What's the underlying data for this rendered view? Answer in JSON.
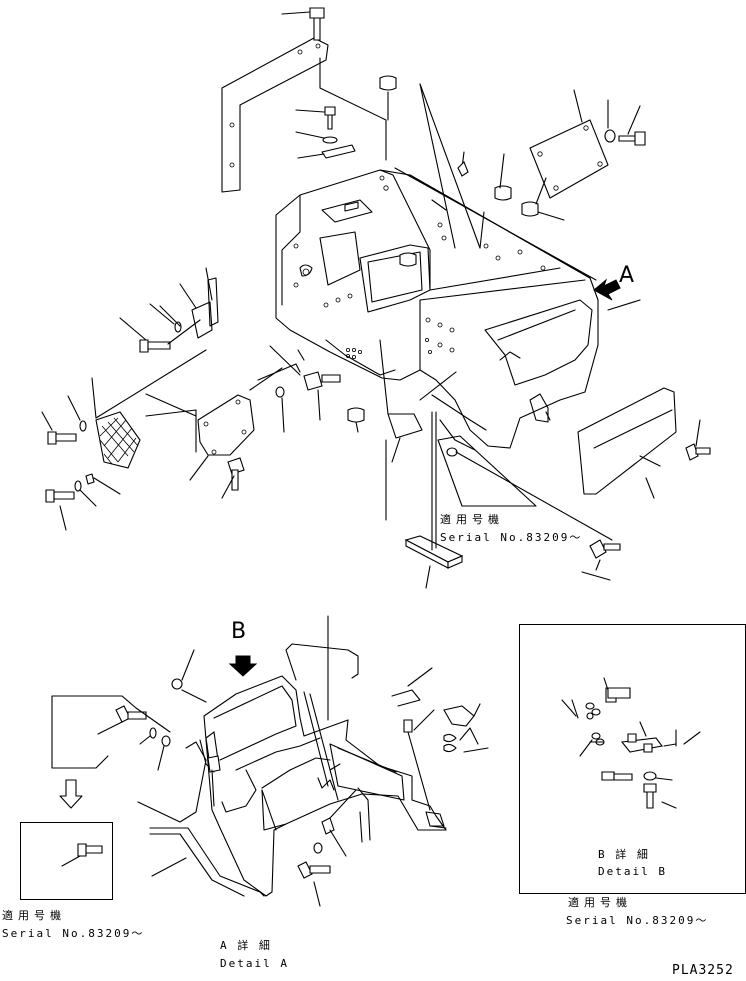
{
  "labels": {
    "view_a_letter": "A",
    "view_b_letter": "B",
    "applicable_jp_main": "適用号機",
    "serial_main": "Serial No.83209～",
    "applicable_jp_a": "適用号機",
    "serial_a": "Serial No.83209～",
    "detail_a_jp": "A 詳 細",
    "detail_a_en": "Detail A",
    "detail_b_jp": "B 詳 細",
    "detail_b_en": "Detail B",
    "applicable_jp_b": "適用号機",
    "serial_b": "Serial No.83209～",
    "drawing_code": "PLA3252"
  }
}
